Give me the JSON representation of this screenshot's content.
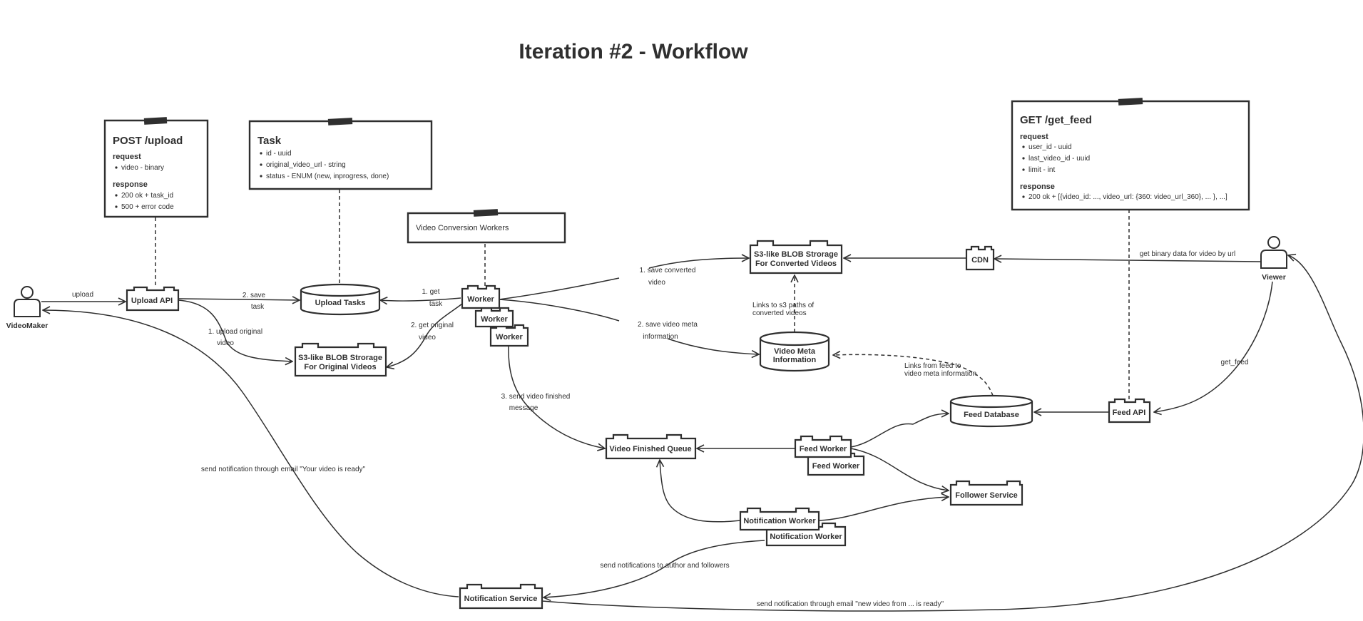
{
  "title": "Iteration #2 - Workflow",
  "actors": {
    "videomaker": "VideoMaker",
    "viewer": "Viewer"
  },
  "notes": {
    "upload": {
      "title": "POST /upload",
      "request_heading": "request",
      "request_items": [
        "video - binary"
      ],
      "response_heading": "response",
      "response_items": [
        "200 ok + task_id",
        "500 + error code"
      ]
    },
    "task": {
      "title": "Task",
      "items": [
        "id - uuid",
        "original_video_url - string",
        "status - ENUM (new, inprogress, done)"
      ]
    },
    "workers": {
      "title": "Video Conversion Workers"
    },
    "get_feed": {
      "title": "GET /get_feed",
      "request_heading": "request",
      "request_items": [
        "user_id - uuid",
        "last_video_id - uuid",
        "limit - int"
      ],
      "response_heading": "response",
      "response_items": [
        "200 ok + [{video_id: ..., video_url: {360: video_url_360}, ... }, ...]"
      ]
    }
  },
  "components": {
    "upload_api": "Upload API",
    "upload_tasks": "Upload Tasks",
    "s3_original": [
      "S3-like BLOB Strorage",
      "For Original Videos"
    ],
    "worker_1": "Worker",
    "worker_2": "Worker",
    "worker_3": "Worker",
    "s3_converted": [
      "S3-like BLOB Strorage",
      "For Converted Videos"
    ],
    "cdn": "CDN",
    "video_meta": [
      "Video Meta",
      "Information"
    ],
    "feed_database": "Feed Database",
    "feed_api": "Feed API",
    "video_finished_queue": "Video Finished Queue",
    "feed_worker_1": "Feed Worker",
    "feed_worker_2": "Feed Worker",
    "follower_service": "Follower Service",
    "notification_worker_1": "Notification Worker",
    "notification_worker_2": "Notification Worker",
    "notification_service": "Notification Service"
  },
  "edge_labels": {
    "upload": "upload",
    "save_task": [
      "2. save",
      "task"
    ],
    "upload_original": [
      "1. upload original",
      "video"
    ],
    "get_task": [
      "1. get",
      "task"
    ],
    "get_original": [
      "2. get original",
      "video"
    ],
    "save_converted": [
      "1. save converted",
      "video"
    ],
    "save_meta": [
      "2. save video meta",
      "information"
    ],
    "links_s3": [
      "Links to s3 paths of",
      "converted videos"
    ],
    "links_feed": [
      "Links from feed to",
      "video meta information"
    ],
    "send_finished": [
      "3. send video finished",
      "message"
    ],
    "get_binary": "get binary data for video by url",
    "get_feed": "get_feed",
    "notify_email_ready": "send notification through email \"Your video is ready\"",
    "notify_author_followers": "send notifications to author and followers",
    "notify_email_new": "send notification through email \"new video from ... is ready\""
  }
}
